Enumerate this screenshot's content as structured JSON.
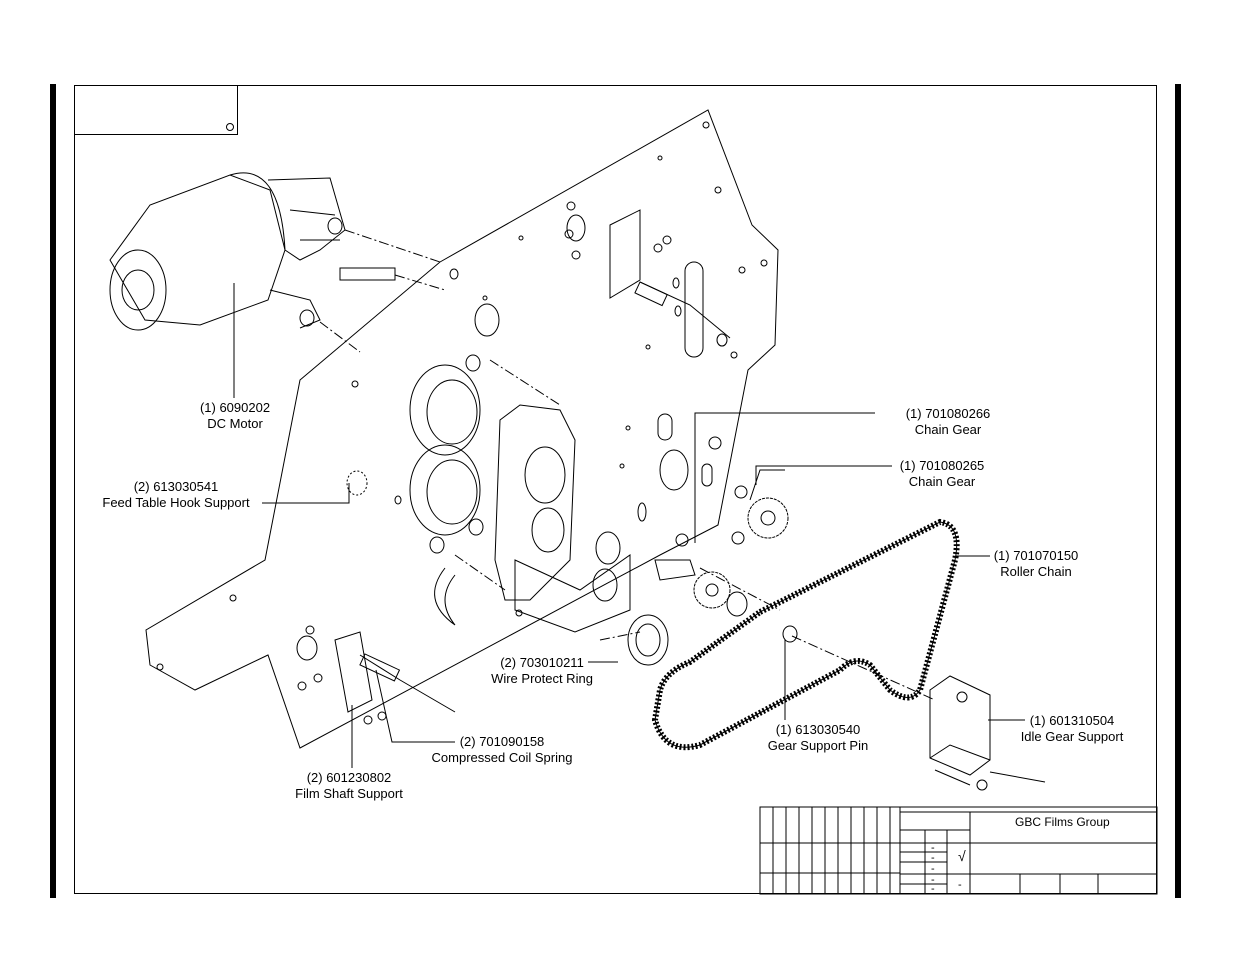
{
  "callouts": [
    {
      "id": "dc-motor",
      "qty_pn": "(1) 6090202",
      "name": "DC Motor"
    },
    {
      "id": "feed-table-hook-support",
      "qty_pn": "(2) 613030541",
      "name": "Feed Table Hook Support"
    },
    {
      "id": "chain-gear-266",
      "qty_pn": "(1) 701080266",
      "name": "Chain Gear"
    },
    {
      "id": "chain-gear-265",
      "qty_pn": "(1) 701080265",
      "name": "Chain Gear"
    },
    {
      "id": "roller-chain",
      "qty_pn": "(1) 701070150",
      "name": "Roller Chain"
    },
    {
      "id": "wire-protect-ring",
      "qty_pn": "(2) 703010211",
      "name": "Wire Protect Ring"
    },
    {
      "id": "gear-support-pin",
      "qty_pn": "(1) 613030540",
      "name": "Gear Support Pin"
    },
    {
      "id": "idle-gear-support",
      "qty_pn": "(1) 601310504",
      "name": "Idle Gear Support"
    },
    {
      "id": "compressed-coil-spring",
      "qty_pn": "(2) 701090158",
      "name": "Compressed Coil Spring"
    },
    {
      "id": "film-shaft-support",
      "qty_pn": "(2) 601230802",
      "name": "Film Shaft Support"
    }
  ],
  "title_block": {
    "company": "GBC Films Group",
    "check_mark": "√",
    "dashes": [
      "-",
      "-",
      "-",
      "-",
      "-",
      "-"
    ]
  }
}
